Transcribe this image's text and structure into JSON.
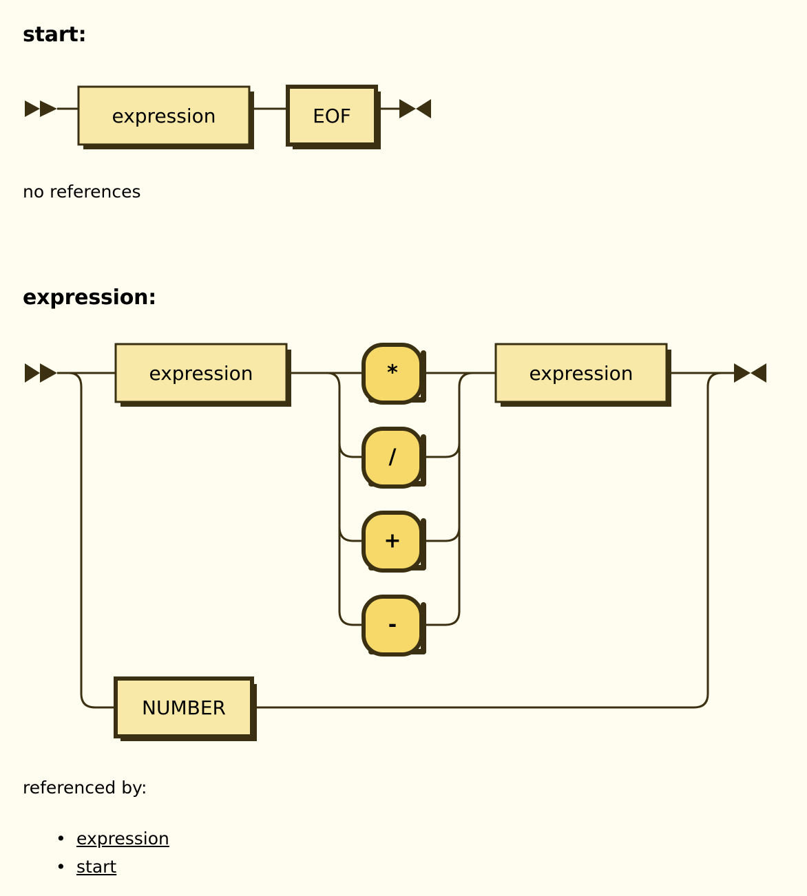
{
  "page": {
    "background_color": "#fffdf0",
    "ink_color": "#3b3112",
    "rule_box_fill": "#f9e9a8",
    "literal_box_fill": "#f7d969",
    "text_color": "#000000"
  },
  "rules": [
    {
      "id": "start",
      "title": "start:",
      "note": "no references",
      "references_label": null,
      "references": [],
      "diagram": {
        "entry_marker": "double-triangle-right",
        "exit_marker": "bowtie",
        "nodes": [
          {
            "kind": "rule-ref",
            "label": "expression"
          },
          {
            "kind": "token",
            "label": "EOF"
          }
        ]
      }
    },
    {
      "id": "expression",
      "title": "expression:",
      "note": null,
      "references_label": "referenced by:",
      "references": [
        {
          "label": "expression"
        },
        {
          "label": "start"
        }
      ],
      "diagram": {
        "entry_marker": "double-triangle-right",
        "exit_marker": "bowtie",
        "alternatives": [
          {
            "kind": "sequence",
            "nodes": [
              {
                "kind": "rule-ref",
                "label": "expression"
              },
              {
                "kind": "choice",
                "options": [
                  {
                    "kind": "literal",
                    "label": "*"
                  },
                  {
                    "kind": "literal",
                    "label": "/"
                  },
                  {
                    "kind": "literal",
                    "label": "+"
                  },
                  {
                    "kind": "literal",
                    "label": "-"
                  }
                ]
              },
              {
                "kind": "rule-ref",
                "label": "expression"
              }
            ]
          },
          {
            "kind": "sequence",
            "nodes": [
              {
                "kind": "token",
                "label": "NUMBER"
              }
            ]
          }
        ]
      }
    }
  ]
}
